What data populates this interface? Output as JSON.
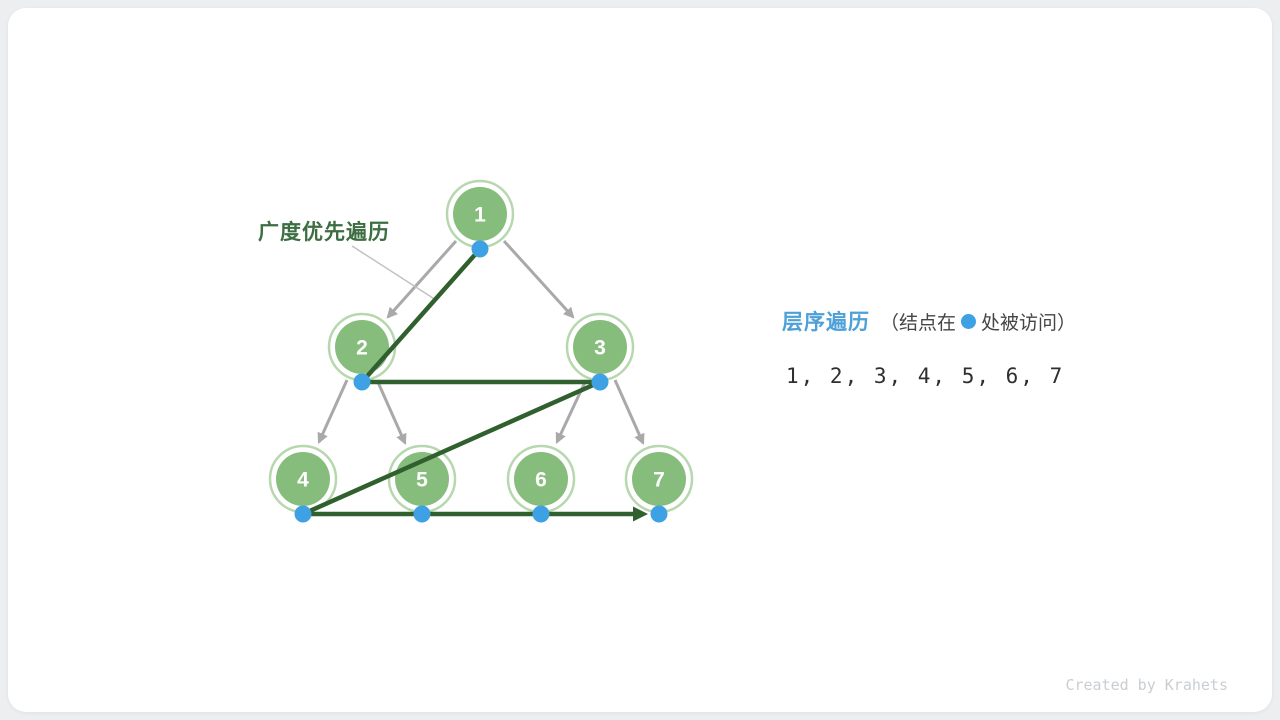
{
  "diagram": {
    "bfs_label": "广度优先遍历",
    "legend": {
      "title": "层序遍历",
      "note_prefix": "（结点在",
      "note_suffix": "处被访问）"
    },
    "sequence": "1, 2, 3, 4, 5, 6, 7",
    "tree": {
      "nodes": [
        {
          "label": "1"
        },
        {
          "label": "2"
        },
        {
          "label": "3"
        },
        {
          "label": "4"
        },
        {
          "label": "5"
        },
        {
          "label": "6"
        },
        {
          "label": "7"
        }
      ],
      "edges": [
        {
          "from": "1",
          "to": "2"
        },
        {
          "from": "1",
          "to": "3"
        },
        {
          "from": "2",
          "to": "4"
        },
        {
          "from": "2",
          "to": "5"
        },
        {
          "from": "3",
          "to": "6"
        },
        {
          "from": "3",
          "to": "7"
        }
      ],
      "visit_order": [
        "1",
        "2",
        "3",
        "4",
        "5",
        "6",
        "7"
      ]
    },
    "colors": {
      "node_fill": "#87bd7c",
      "node_ring": "#b7d7ae",
      "edge_gray": "#a9a9a9",
      "traversal_green": "#31602f",
      "visit_dot_blue": "#3da1e3",
      "bfs_label_green": "#3c6e42",
      "legend_title_blue": "#4da0d8"
    }
  },
  "page": {
    "watermark": "Created by Krahets"
  }
}
